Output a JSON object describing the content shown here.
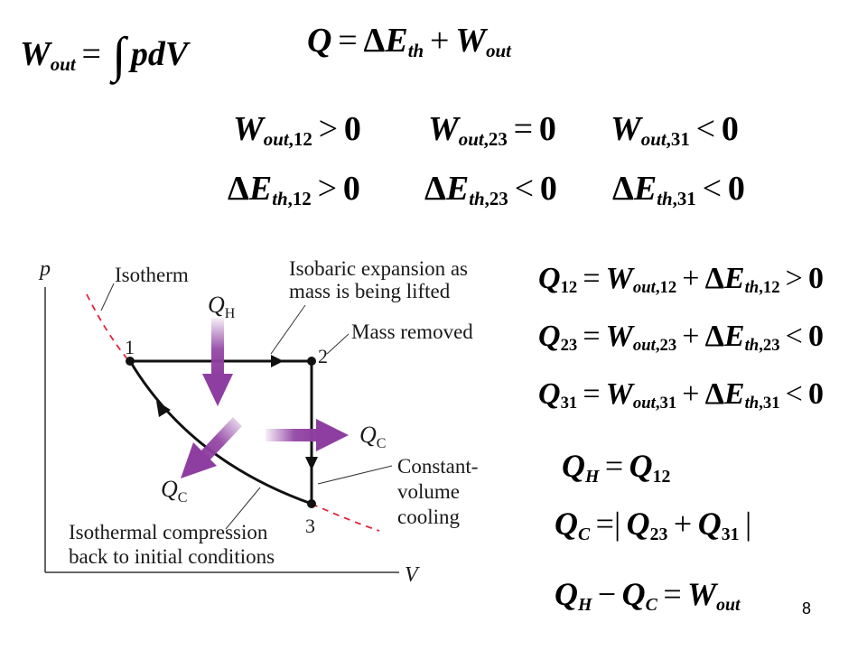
{
  "slide_number": "8",
  "equations": {
    "work_integral": {
      "lhs": "W",
      "lhs_sub": "out",
      "op": "=",
      "int": "∫",
      "rhs": "pdV"
    },
    "first_law": {
      "lhs": "Q",
      "eq": "=",
      "delta": "Δ",
      "e": "E",
      "e_sub": "th",
      "plus": "+",
      "w": "W",
      "w_sub": "out"
    },
    "work_signs": [
      {
        "sym": "W",
        "sub": "out",
        "idx": ",12",
        "op": ">",
        "val": "0"
      },
      {
        "sym": "W",
        "sub": "out",
        "idx": ",23",
        "op": "=",
        "val": "0"
      },
      {
        "sym": "W",
        "sub": "out",
        "idx": ",31",
        "op": "<",
        "val": "0"
      }
    ],
    "energy_signs": [
      {
        "delta": "Δ",
        "sym": "E",
        "sub": "th",
        "idx": ",12",
        "op": ">",
        "val": "0"
      },
      {
        "delta": "Δ",
        "sym": "E",
        "sub": "th",
        "idx": ",23",
        "op": "<",
        "val": "0"
      },
      {
        "delta": "Δ",
        "sym": "E",
        "sub": "th",
        "idx": ",31",
        "op": "<",
        "val": "0"
      }
    ],
    "heat_terms": [
      {
        "q": "Q",
        "q_sub": "12",
        "eq": "=",
        "w": "W",
        "w_sub": "out",
        "w_idx": ",12",
        "plus": "+",
        "delta": "Δ",
        "e": "E",
        "e_sub": "th",
        "e_idx": ",12",
        "op": ">",
        "val": "0"
      },
      {
        "q": "Q",
        "q_sub": "23",
        "eq": "=",
        "w": "W",
        "w_sub": "out",
        "w_idx": ",23",
        "plus": "+",
        "delta": "Δ",
        "e": "E",
        "e_sub": "th",
        "e_idx": ",23",
        "op": "<",
        "val": "0"
      },
      {
        "q": "Q",
        "q_sub": "31",
        "eq": "=",
        "w": "W",
        "w_sub": "out",
        "w_idx": ",31",
        "plus": "+",
        "delta": "Δ",
        "e": "E",
        "e_sub": "th",
        "e_idx": ",31",
        "op": "<",
        "val": "0"
      }
    ],
    "qh_def": {
      "q": "Q",
      "q_sub": "H",
      "eq": "=",
      "rq": "Q",
      "rq_sub": "12"
    },
    "qc_def": {
      "q": "Q",
      "q_sub": "C",
      "eq": "=|",
      "a": "Q",
      "a_sub": "23",
      "plus": "+",
      "b": "Q",
      "b_sub": "31",
      "close": "|"
    },
    "net_work": {
      "qh": "Q",
      "qh_sub": "H",
      "minus": "−",
      "qc": "Q",
      "qc_sub": "C",
      "eq": "=",
      "w": "W",
      "w_sub": "out"
    }
  },
  "diagram": {
    "axis_p": "p",
    "axis_v": "V",
    "point_1": "1",
    "point_2": "2",
    "point_3": "3",
    "isotherm_label": "Isotherm",
    "isobaric_line1": "Isobaric expansion as",
    "isobaric_line2": "mass is being lifted",
    "mass_removed": "Mass removed",
    "constvol_line1": "Constant-",
    "constvol_line2": "volume",
    "constvol_line3": "cooling",
    "compression_line1": "Isothermal compression",
    "compression_line2": "back to initial conditions",
    "qh_label": {
      "q": "Q",
      "sub": "H"
    },
    "qc_right_label": {
      "q": "Q",
      "sub": "C"
    },
    "qc_left_label": {
      "q": "Q",
      "sub": "C"
    },
    "heat_arrow_color": "#8e3ea0",
    "isotherm_color": "#e0243c"
  }
}
